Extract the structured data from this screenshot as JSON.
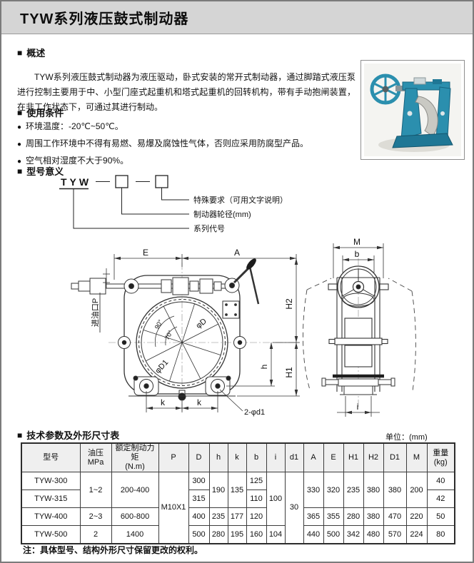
{
  "page": {
    "title": "TYW系列液压鼓式制动器",
    "marker": "■",
    "bullet": "●"
  },
  "overview": {
    "heading": "概述",
    "body": "TYW系列液压鼓式制动器为液压驱动，卧式安装的常开式制动器，通过脚踏式液压泵进行控制主要用于中、小型门座式起重机和塔式起重机的回转机构，带有手动抱闸装置，在非工作状态下，可通过其进行制动。"
  },
  "conditions": {
    "heading": "使用条件",
    "items": [
      "环境温度：-20℃~50℃。",
      "周围工作环境中不得有易燃、易爆及腐蚀性气体，否则应采用防腐型产品。",
      "空气相对湿度不大于90%。"
    ]
  },
  "model_meaning": {
    "heading": "型号意义",
    "prefix": "TYW",
    "label_special": "特殊要求（可用文字说明）",
    "label_diameter": "制动器轮径(mm)",
    "label_series": "系列代号"
  },
  "drawing": {
    "front": {
      "dim_e": "E",
      "dim_a": "A",
      "dim_h2": "H2",
      "dim_h1": "H1",
      "dim_h": "h",
      "dim_k1": "k",
      "dim_k2": "k",
      "oil_port": "进油口P",
      "dia_d": "φD",
      "dia_d1": "φD1",
      "angle_90": "90°",
      "angle_70": "70°",
      "bolt_callout": "2-φd1"
    },
    "side": {
      "dim_m": "M",
      "dim_b": "b",
      "dim_i": "i"
    }
  },
  "table": {
    "heading": "技术参数及外形尺寸表",
    "unit": "单位：(mm)",
    "headers": [
      "型号",
      "油压MPa",
      "额定制动力矩\n(N.m)",
      "P",
      "D",
      "h",
      "k",
      "b",
      "i",
      "d1",
      "A",
      "E",
      "H1",
      "H2",
      "D1",
      "M",
      "重量\n(kg)"
    ],
    "cells": {
      "model_0": "TYW-300",
      "model_1": "TYW-315",
      "model_2": "TYW-400",
      "model_3": "TYW-500",
      "mpa_01": "1~2",
      "mpa_2": "2~3",
      "mpa_3": "2",
      "torque_01": "200-400",
      "torque_2": "600-800",
      "torque_3": "1400",
      "p_all": "M10X1",
      "d_0": "300",
      "d_1": "315",
      "d_2": "400",
      "d_3": "500",
      "h_01": "190",
      "h_2": "235",
      "h_3": "280",
      "k_01": "135",
      "k_2": "177",
      "k_3": "195",
      "b_0": "125",
      "b_1": "110",
      "b_2": "120",
      "b_3": "160",
      "i_012": "100",
      "i_3": "104",
      "d1_all": "30",
      "a_01": "330",
      "a_2": "365",
      "a_3": "440",
      "e_01": "320",
      "e_2": "355",
      "e_3": "500",
      "h1_01": "235",
      "h1_2": "280",
      "h1_3": "342",
      "h2_01": "380",
      "h2_2": "380",
      "h2_3": "480",
      "d1dim_01": "380",
      "d1dim_2": "470",
      "d1dim_3": "570",
      "m_01": "200",
      "m_2": "220",
      "m_3": "224",
      "wt_0": "40",
      "wt_1": "42",
      "wt_2": "50",
      "wt_3": "80"
    }
  },
  "note": "注：具体型号、结构外形尺寸保留更改的权利。"
}
